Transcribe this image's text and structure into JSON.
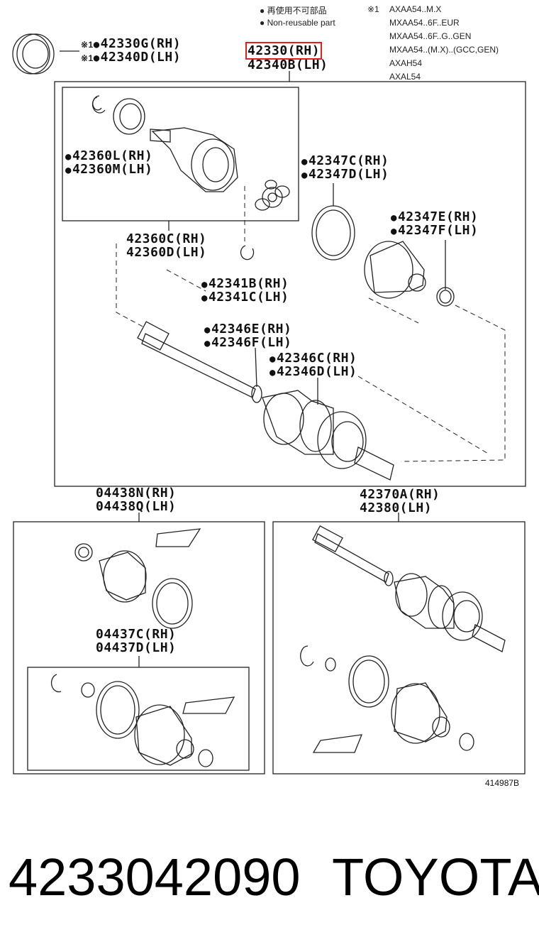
{
  "legend": {
    "bullet_jp": "再使用不可部品",
    "bullet_en": "Non-reusable part",
    "applicability_mark": "※1",
    "models": [
      "AXAA54..M.X",
      "MXAA54..6F..EUR",
      "MXAA54..6F..G..GEN",
      "MXAA54..(M.X)..(GCC,GEN)",
      "AXAH54",
      "AXAL54"
    ]
  },
  "labels": {
    "seal_rh": "42330G(RH)",
    "seal_lh": "42340D(LH)",
    "shaft_rh": "42330(RH)",
    "shaft_lh": "42340B(LH)",
    "joint_rh": "42360L(RH)",
    "joint_lh": "42360M(LH)",
    "inner_joint_rh": "42360C(RH)",
    "inner_joint_lh": "42360D(LH)",
    "boot_clamp_rh": "42347C(RH)",
    "boot_clamp_lh": "42347D(LH)",
    "small_clamp_rh": "42347E(RH)",
    "small_clamp_lh": "42347F(LH)",
    "snap_ring_rh": "42341B(RH)",
    "snap_ring_lh": "42341C(LH)",
    "clamp_e_rh": "42346E(RH)",
    "clamp_e_lh": "42346F(LH)",
    "clamp_c_rh": "42346C(RH)",
    "clamp_c_lh": "42346D(LH)",
    "boot_kit_rh": "04438N(RH)",
    "boot_kit_lh": "04438Q(LH)",
    "outer_shaft_rh": "42370A(RH)",
    "outer_shaft_lh": "42380(LH)",
    "inner_boot_kit_rh": "04437C(RH)",
    "inner_boot_kit_lh": "04437D(LH)"
  },
  "drawing_ref": "414987B",
  "footer": {
    "part_number": "4233042090",
    "brand": "TOYOTA"
  },
  "colors": {
    "highlight": "#e02020",
    "line": "#222222"
  }
}
